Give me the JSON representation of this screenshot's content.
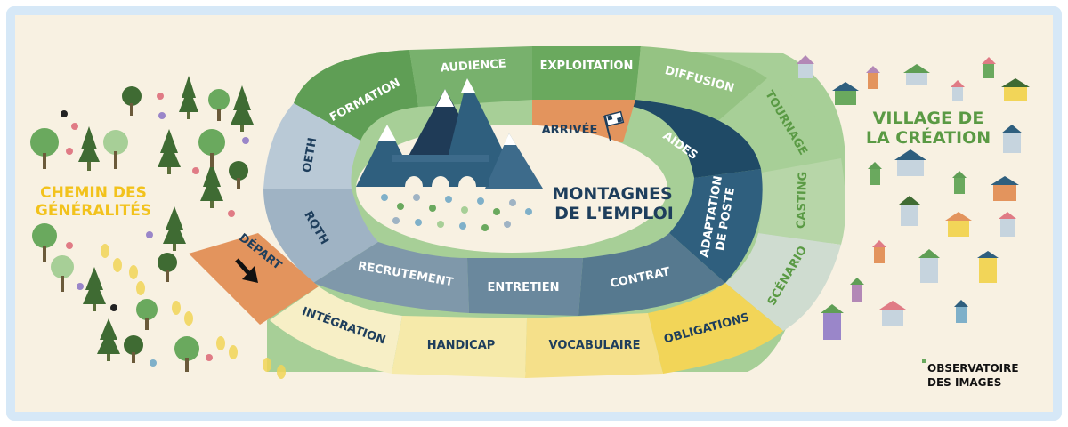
{
  "left_zone": {
    "line1": "CHEMIN DES",
    "line2": "GÉNÉRALITÉS"
  },
  "right_zone": {
    "line1": "VILLAGE DE",
    "line2": "LA CRÉATION"
  },
  "center": {
    "line1": "MONTAGNES",
    "line2": "DE L'EMPLOI"
  },
  "start": {
    "label": "DÉPART",
    "arrow_icon": "arrow-down-right-icon"
  },
  "finish": {
    "label": "ARRIVÉE",
    "flag_icon": "checkered-flag-icon"
  },
  "outer_ring": [
    {
      "label": "FORMATION"
    },
    {
      "label": "AUDIENCE"
    },
    {
      "label": "EXPLOITATION"
    },
    {
      "label": "DIFFUSION"
    },
    {
      "label": "TOURNAGE"
    },
    {
      "label": "CASTING"
    },
    {
      "label": "SCÉNARIO"
    },
    {
      "label": "OBLIGATIONS"
    },
    {
      "label": "VOCABULAIRE"
    },
    {
      "label": "HANDICAP"
    },
    {
      "label": "INTÉGRATION"
    }
  ],
  "inner_ring": [
    {
      "label": "OETH"
    },
    {
      "label": "RQTH"
    },
    {
      "label": "RECRUTEMENT"
    },
    {
      "label": "ENTRETIEN"
    },
    {
      "label": "CONTRAT"
    },
    {
      "label": "ADAPTATION",
      "label2": "DE POSTE"
    },
    {
      "label": "AIDES"
    }
  ],
  "logo": {
    "line1": "OBSERVATOIRE",
    "line2": "DES IMAGES"
  },
  "colors": {
    "page": "#ffffff",
    "frame": "#d6e8f7",
    "background": "#f8f1e2",
    "green_dark": "#5f9e55",
    "green_mid": "#78b16d",
    "green_light": "#a7cf97",
    "green_pale": "#c3dcbc",
    "gray_green": "#cfdcd0",
    "yellow_deep": "#f2d558",
    "yellow_mid": "#f5e08a",
    "yellow_light": "#f6eaaa",
    "yellow_pale": "#f7efc6",
    "orange": "#e3945d",
    "navy": "#1f4a66",
    "steel": "#2f5f7e",
    "slate": "#56798f",
    "gray_blue": "#7f98aa",
    "light_blue": "#b9c9d6",
    "text_green": "#5a9a44",
    "text_yellow": "#f2c21c",
    "text_navy": "#1e3e5c"
  }
}
